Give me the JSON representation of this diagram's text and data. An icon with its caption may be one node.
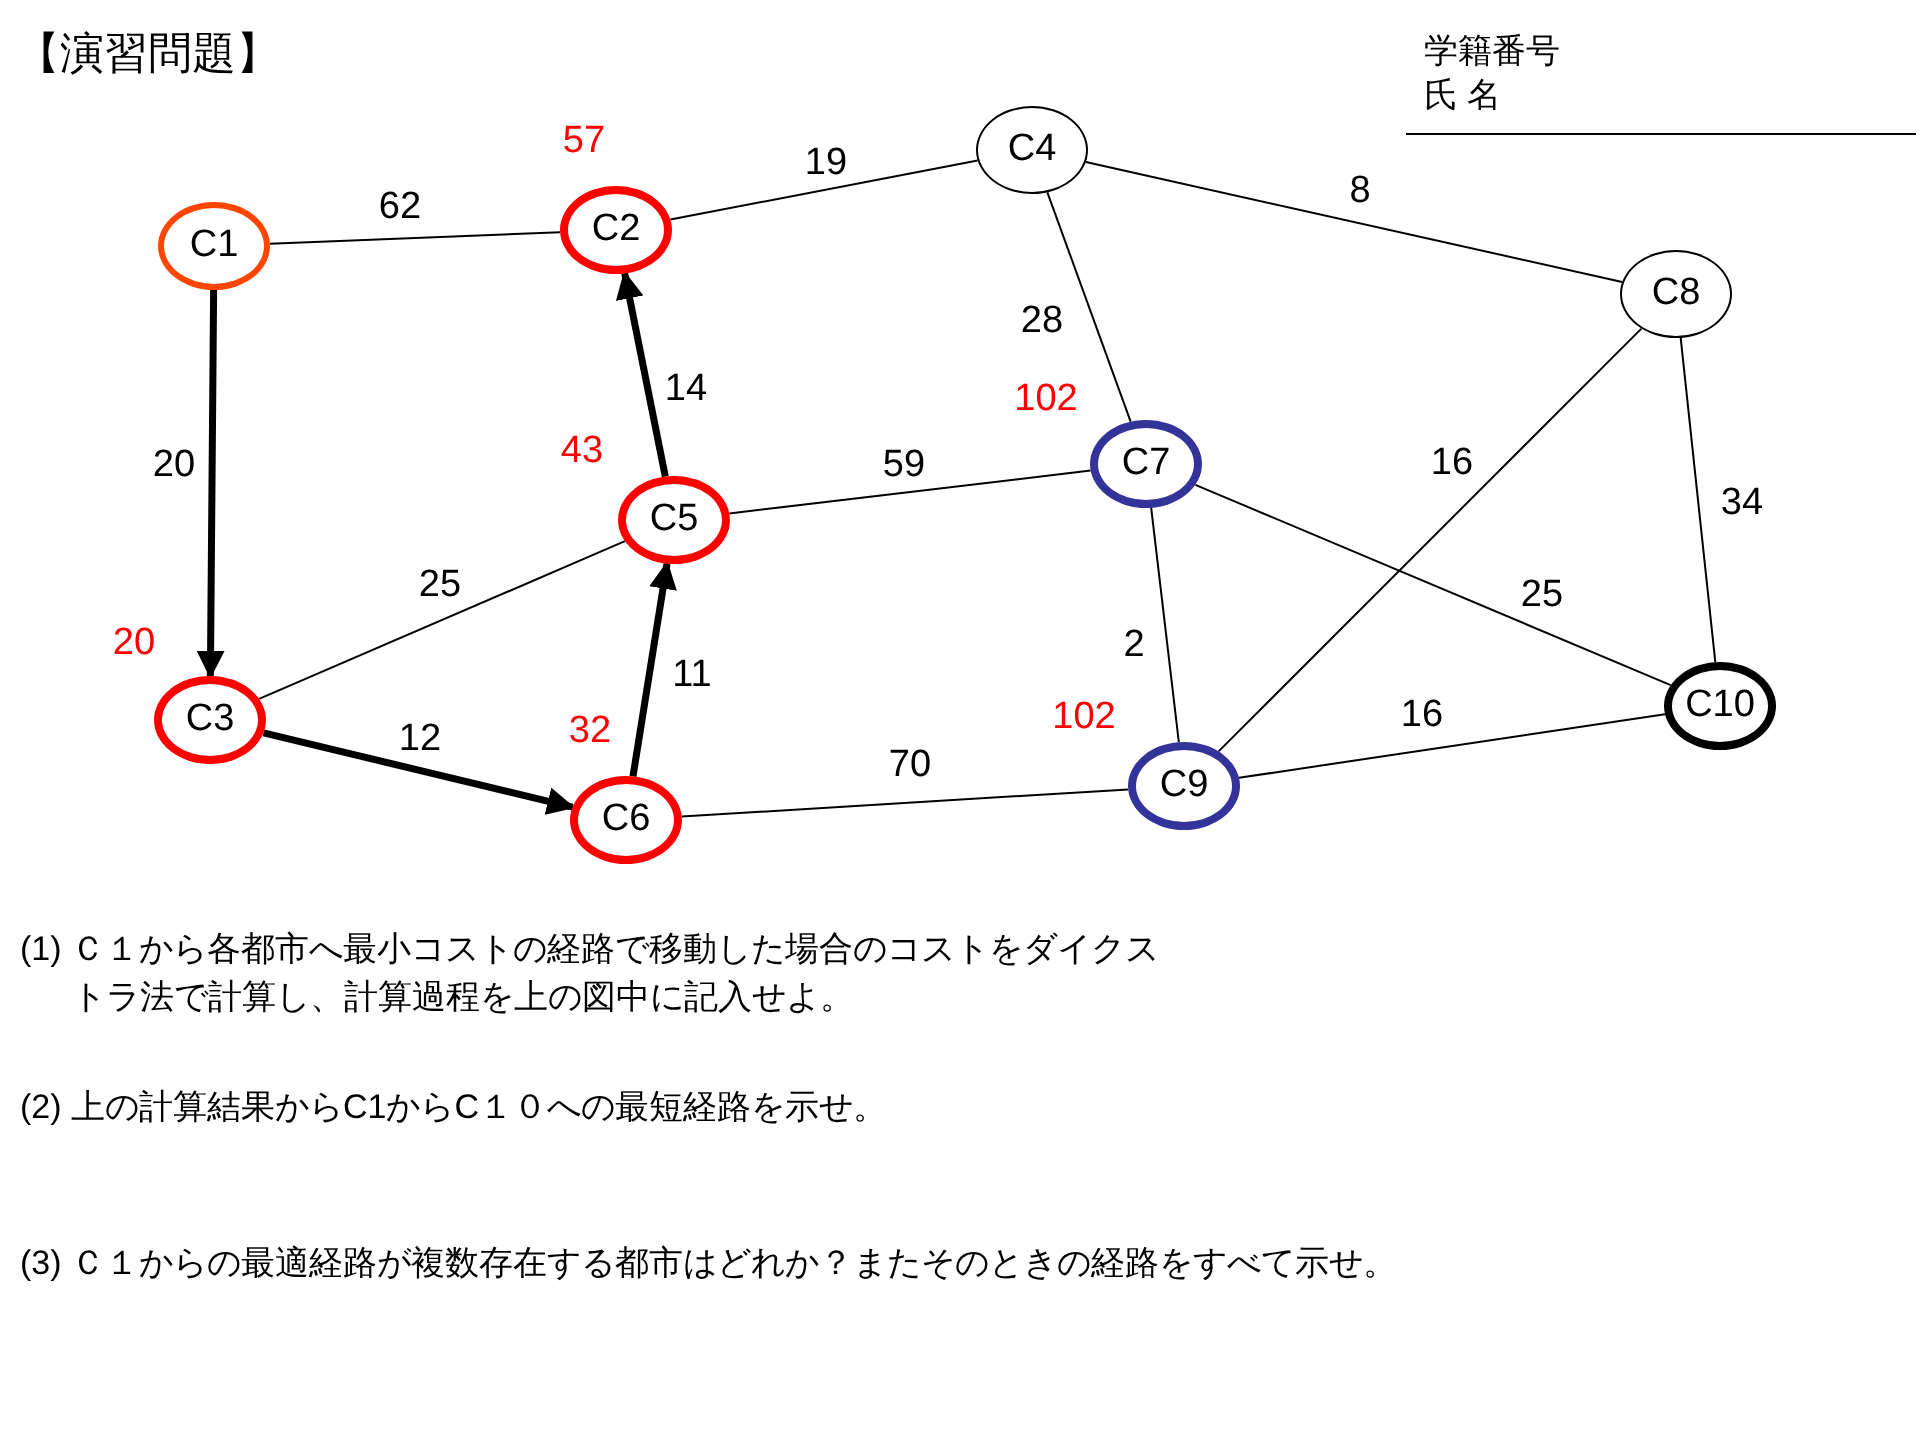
{
  "diagram": {
    "title": "【演習問題】",
    "nodes": [
      {
        "text": [
          "C1"
        ]
      },
      {
        "text": [
          "C2"
        ],
        "beside": [
          "57"
        ]
      },
      {
        "text": [
          "C3"
        ],
        "beside": [
          "20"
        ]
      },
      {
        "text": [
          "C4"
        ]
      },
      {
        "text": [
          "C5"
        ],
        "beside": [
          "43"
        ]
      },
      {
        "text": [
          "C6"
        ],
        "beside": [
          "32"
        ]
      },
      {
        "text": [
          "C7"
        ],
        "beside": [
          "102"
        ]
      },
      {
        "text": [
          "C8"
        ]
      },
      {
        "text": [
          "C9"
        ],
        "beside": [
          "102"
        ]
      },
      {
        "text": [
          "C10"
        ]
      }
    ],
    "edges": [
      {
        "from": 0,
        "to": 1,
        "arrow": "none",
        "label": "62"
      },
      {
        "from": 0,
        "to": 2,
        "arrow": "to",
        "label": "20",
        "style": "thick"
      },
      {
        "from": 1,
        "to": 3,
        "arrow": "none",
        "label": "19"
      },
      {
        "from": 3,
        "to": 7,
        "arrow": "none",
        "label": "8"
      },
      {
        "from": 3,
        "to": 6,
        "arrow": "none",
        "label": "28"
      },
      {
        "from": 4,
        "to": 1,
        "arrow": "to",
        "label": "14",
        "style": "thick"
      },
      {
        "from": 4,
        "to": 6,
        "arrow": "none",
        "label": "59"
      },
      {
        "from": 2,
        "to": 4,
        "arrow": "none",
        "label": "25"
      },
      {
        "from": 2,
        "to": 5,
        "arrow": "to",
        "label": "12",
        "style": "thick"
      },
      {
        "from": 5,
        "to": 4,
        "arrow": "to",
        "label": "11",
        "style": "thick"
      },
      {
        "from": 5,
        "to": 8,
        "arrow": "none",
        "label": "70"
      },
      {
        "from": 6,
        "to": 8,
        "arrow": "none",
        "label": "2"
      },
      {
        "from": 6,
        "to": 9,
        "arrow": "none",
        "label": "25"
      },
      {
        "from": 7,
        "to": 8,
        "arrow": "none",
        "label": "16"
      },
      {
        "from": 7,
        "to": 9,
        "arrow": "none",
        "label": "34"
      },
      {
        "from": 8,
        "to": 9,
        "arrow": "none",
        "label": "16"
      }
    ],
    "labels": [
      "学籍番号",
      "氏 名",
      "(1) Ｃ１から各都市へ最小コストの経路で移動した場合のコストをダイクストラ法で計算し、計算過程を上の図中に記入せよ。",
      "(2) 上の計算結果からC1からC１０への最短経路を示せ。",
      "(3) Ｃ１からの最適経路が複数存在する都市はどれか？またそのときの経路をすべて示せ。"
    ]
  }
}
